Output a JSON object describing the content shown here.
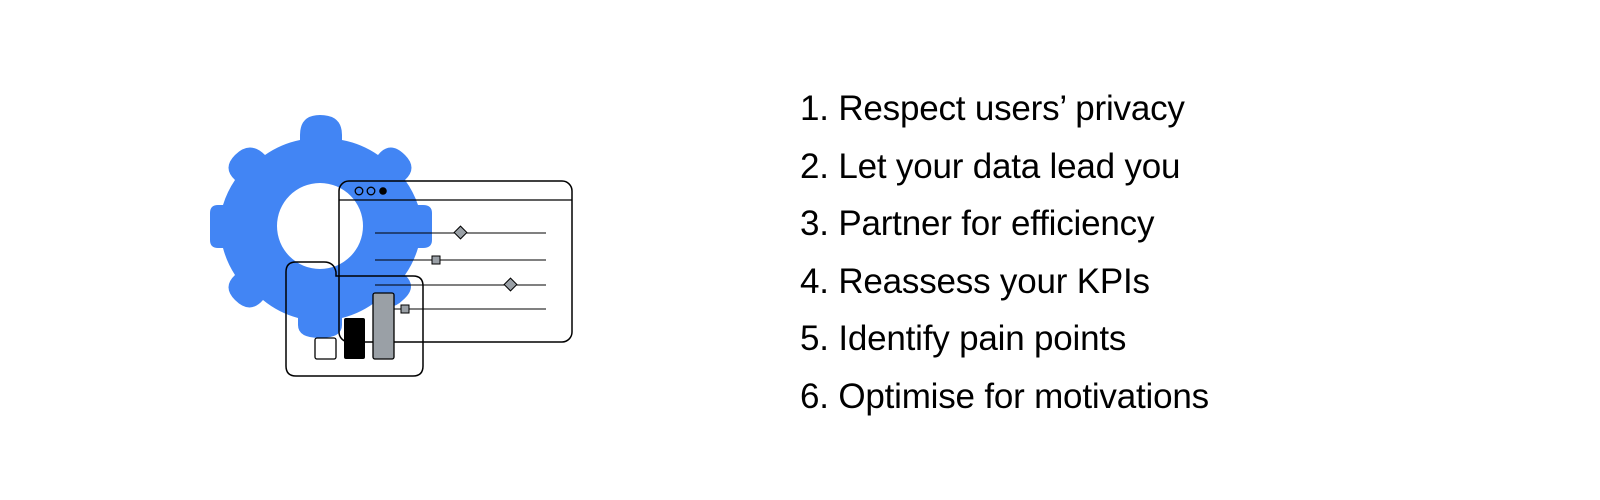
{
  "illustration": {
    "gear_icon": "gear-icon",
    "settings_window_icon": "browser-window-icon",
    "bar_chart_icon": "bar-chart-icon",
    "colors": {
      "gear": "#4285F4",
      "outline": "#000000",
      "slider_handle": "#9AA0A6",
      "bar_dark": "#000000",
      "bar_grey": "#9AA0A6"
    }
  },
  "tips": [
    "1. Respect users’ privacy",
    "2. Let your data lead you",
    "3. Partner for efficiency",
    "4. Reassess your KPIs",
    "5. Identify pain points",
    "6. Optimise for motivations"
  ]
}
